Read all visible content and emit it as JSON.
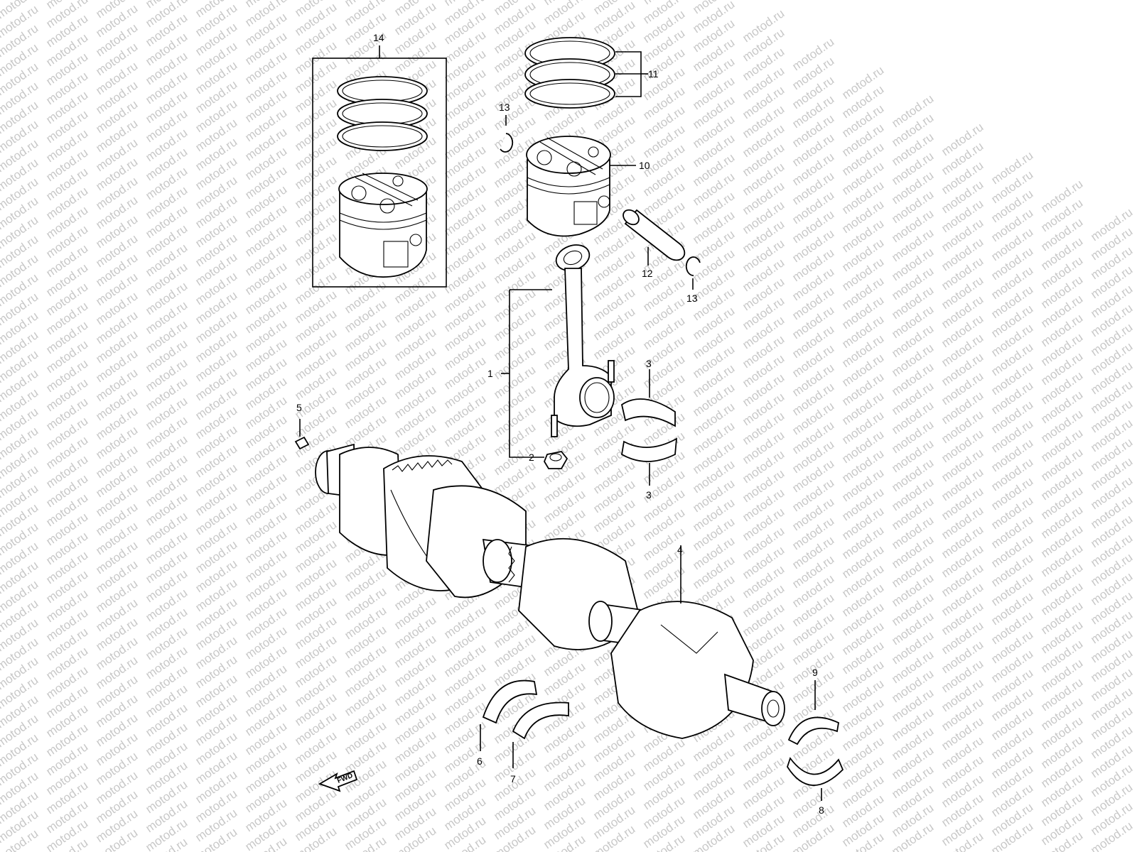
{
  "watermark": "motod.ru",
  "callouts": {
    "c1": "1",
    "c2": "2",
    "c3a": "3",
    "c3b": "3",
    "c4": "4",
    "c5": "5",
    "c6": "6",
    "c7": "7",
    "c8": "8",
    "c9": "9",
    "c10": "10",
    "c11": "11",
    "c12": "12",
    "c13a": "13",
    "c13b": "13",
    "c14": "14"
  },
  "fwd_label": "FWD"
}
